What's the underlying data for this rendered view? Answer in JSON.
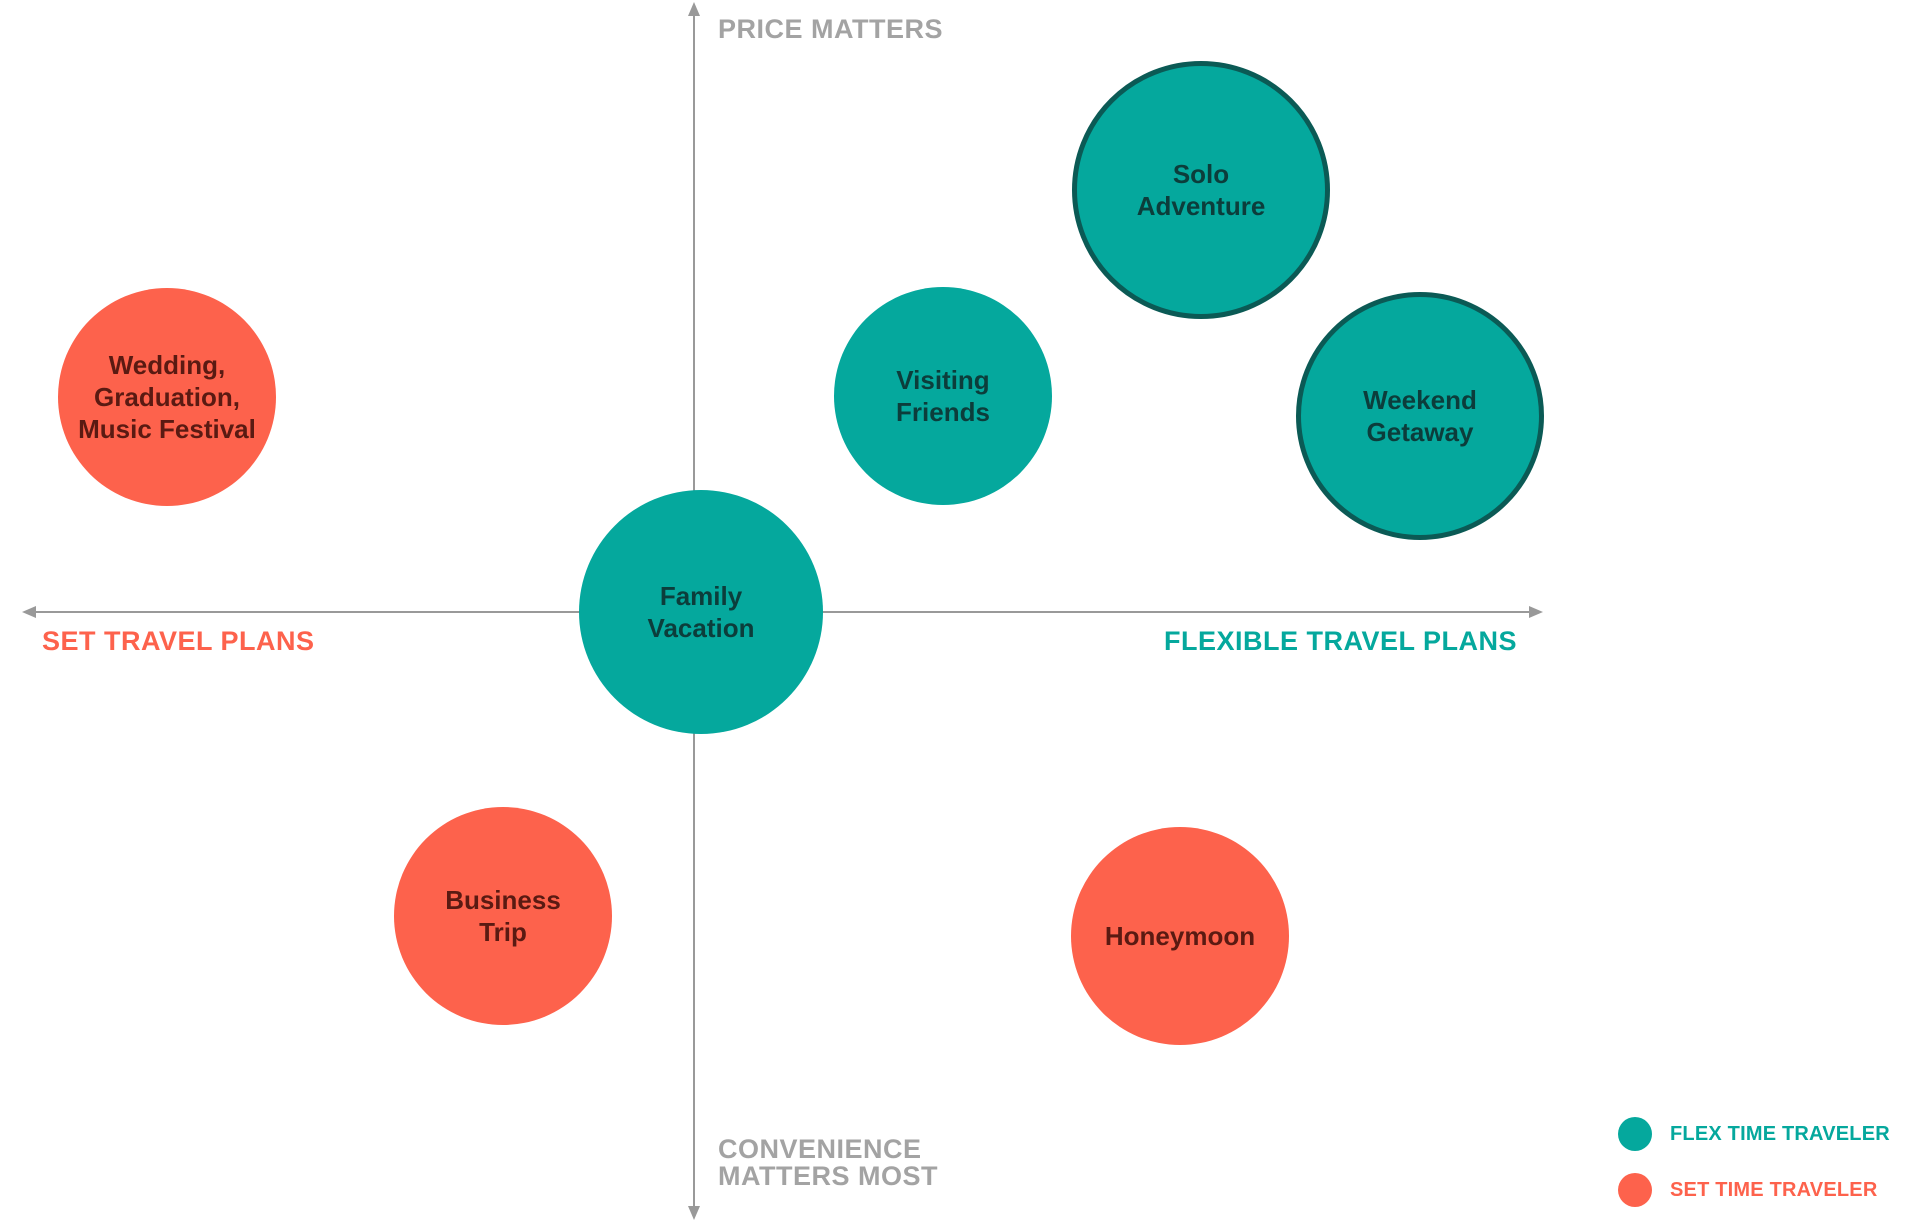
{
  "colors": {
    "flex": "#05a89d",
    "flex_border": "#0b5a55",
    "set": "#fd624c",
    "flex_text": "#0c3d3b",
    "set_text": "#5a1a12",
    "axis": "#999999",
    "axis_label": "#a3a3a3"
  },
  "axes": {
    "top": "PRICE MATTERS",
    "bottom": "CONVENIENCE MATTERS MOST",
    "left": "SET TRAVEL PLANS",
    "right": "FLEXIBLE TRAVEL PLANS"
  },
  "bubbles": [
    {
      "id": "solo-adventure",
      "label": "Solo\nAdventure",
      "group": "flex",
      "outlined": true
    },
    {
      "id": "visiting-friends",
      "label": "Visiting\nFriends",
      "group": "flex",
      "outlined": false
    },
    {
      "id": "weekend-getaway",
      "label": "Weekend\nGetaway",
      "group": "flex",
      "outlined": true
    },
    {
      "id": "wedding",
      "label": "Wedding,\nGraduation,\nMusic Festival",
      "group": "set",
      "outlined": false
    },
    {
      "id": "family-vacation",
      "label": "Family\nVacation",
      "group": "flex",
      "outlined": false
    },
    {
      "id": "business-trip",
      "label": "Business\nTrip",
      "group": "set",
      "outlined": false
    },
    {
      "id": "honeymoon",
      "label": "Honeymoon",
      "group": "set",
      "outlined": false
    }
  ],
  "legend": [
    {
      "label": "FLEX TIME TRAVELER",
      "group": "flex"
    },
    {
      "label": "SET TIME TRAVELER",
      "group": "set"
    }
  ]
}
